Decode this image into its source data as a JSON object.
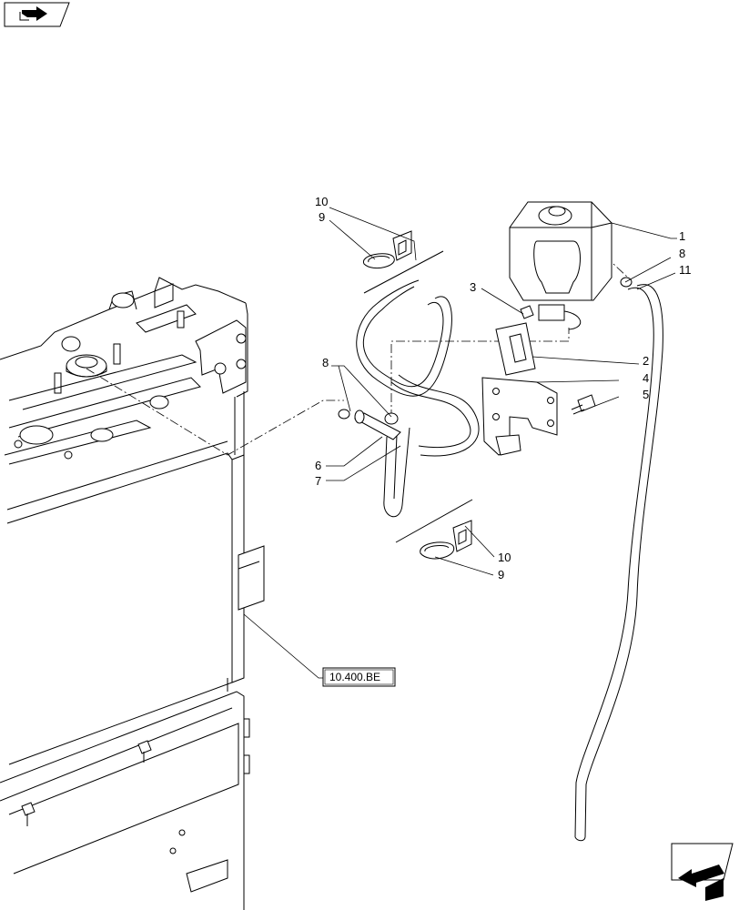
{
  "diagram": {
    "callouts": [
      "1",
      "2",
      "3",
      "4",
      "5",
      "6",
      "7",
      "8",
      "8",
      "9",
      "9",
      "10",
      "10",
      "11"
    ],
    "reference_label": "10.400.BE"
  },
  "icons": {
    "top_left": "book-arrow-icon",
    "bottom_right": "next-page-arrow-icon"
  }
}
